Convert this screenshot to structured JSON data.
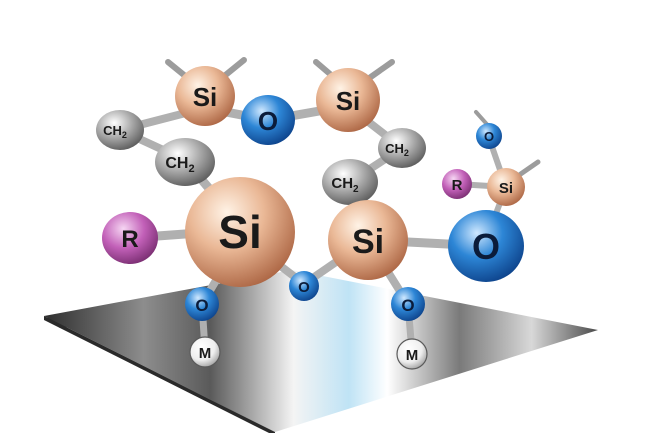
{
  "atoms": {
    "si_top_left": {
      "symbol": "Si"
    },
    "o_top": {
      "symbol": "O"
    },
    "si_top_right": {
      "symbol": "Si"
    },
    "ch2_left_upper": {
      "symbol": "CH",
      "sub": "2"
    },
    "ch2_left_lower": {
      "symbol": "CH",
      "sub": "2"
    },
    "ch2_right_upper": {
      "symbol": "CH",
      "sub": "2"
    },
    "ch2_right_lower": {
      "symbol": "CH",
      "sub": "2"
    },
    "si_center_large": {
      "symbol": "Si"
    },
    "r_left": {
      "symbol": "R"
    },
    "si_center_right": {
      "symbol": "Si"
    },
    "o_right_large": {
      "symbol": "O"
    },
    "o_bridge": {
      "symbol": "O"
    },
    "o_surface_left": {
      "symbol": "O"
    },
    "m_surface_left": {
      "symbol": "M"
    },
    "o_surface_right": {
      "symbol": "O"
    },
    "m_surface_right": {
      "symbol": "M"
    },
    "o_small_top": {
      "symbol": "O"
    },
    "r_small": {
      "symbol": "R"
    },
    "si_small": {
      "symbol": "Si"
    }
  },
  "colors": {
    "silicon": "#e8b48c",
    "oxygen": "#1e6fc0",
    "carbon": "#9a9a9a",
    "r_group": "#b04aa8",
    "metal": "#e6e6e6",
    "surface_dark": "#3a3a3a",
    "surface_highlight": "#9fd3f0"
  }
}
